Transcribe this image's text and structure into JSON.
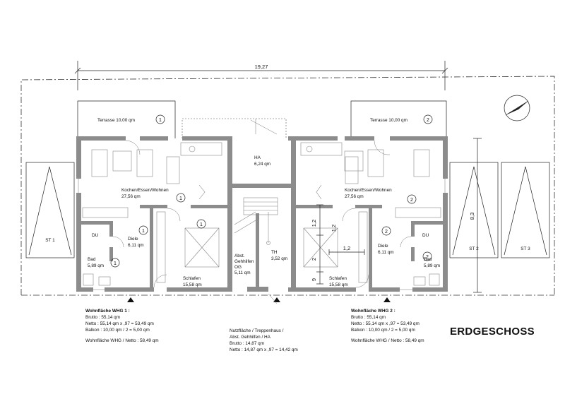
{
  "overall_dimension": "19,27",
  "side_dimension": "8,3",
  "stair_dims": {
    "a": "1,2",
    "b": "2",
    "c": "9",
    "d": "1,2",
    "landing": "1,2"
  },
  "title": "ERDGESCHOSS",
  "apartments": [
    {
      "number": "1",
      "terrace": "Terrasse 10,00 qm",
      "living_name": "Kochen/Essen/Wohnen",
      "living_area": "27,56 qm",
      "hall_name": "Diele",
      "hall_area": "6,11 qm",
      "bath_name": "Bad",
      "bath_area": "5,89 qm",
      "bedroom_name": "Schlafen",
      "bedroom_area": "15,58 qm",
      "du": "DU",
      "summary": [
        "Wohnfläche WHG 1 :",
        "Brutto : 55,14 qm",
        "Netto  : 55,14 qm x ,97 = 53,49 qm",
        "Balkon : 10,00 qm / 2  =  5,00 qm",
        "Wohnfläche WHG / Netto : 58,49 qm"
      ]
    },
    {
      "number": "2",
      "terrace": "Terrasse 10,00 qm",
      "living_name": "Kochen/Essen/Wohnen",
      "living_area": "27,56 qm",
      "hall_name": "Diele",
      "hall_area": "6,11 qm",
      "bath_name": "Bad",
      "bath_area": "5,89 qm",
      "bedroom_name": "Schlafen",
      "bedroom_area": "15,58 qm",
      "du": "DU",
      "summary": [
        "Wohnfläche WHG 2 :",
        "Brutto : 55,14 qm",
        "Netto  : 55,14 qm x ,97 = 53,49 qm",
        "Balkon : 10,00 qm / 2  =  5,00 qm",
        "Wohnfläche WHG / Netto : 58,49 qm"
      ]
    }
  ],
  "common": {
    "ha_name": "HA",
    "ha_area": "6,24 qm",
    "storage_name": [
      "Abst.",
      "Gehhilfen",
      "OG"
    ],
    "storage_area": "5,11 qm",
    "th_name": "TH",
    "th_area": "3,52 qm",
    "summary": [
      "Nutzfläche / Treppenhaus /",
      "Abst. Gehhilfen / HA",
      "Brutto : 14,87 qm",
      "Netto  :  14,87 qm x ,97 = 14,42 qm"
    ]
  },
  "parking": [
    "ST 1",
    "ST 2",
    "ST 3"
  ]
}
